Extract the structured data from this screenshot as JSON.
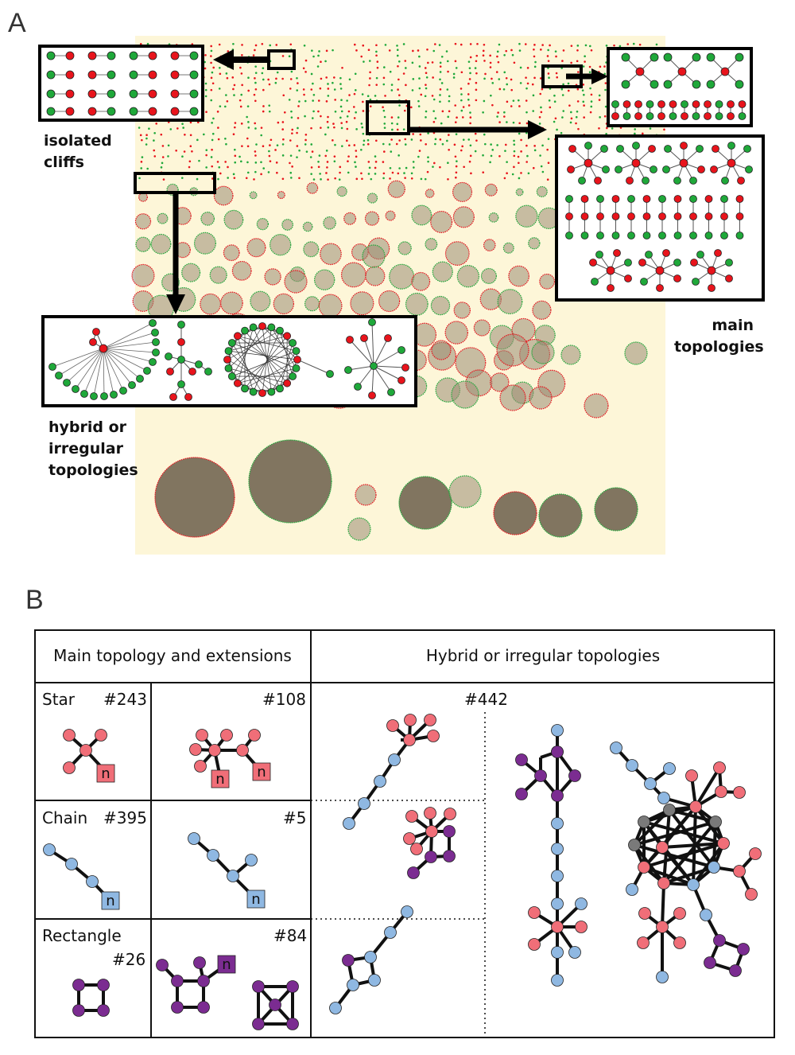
{
  "panel_a": {
    "label": "A",
    "insets": {
      "isolated": "isolated\ncliffs",
      "main": "main\ntopologies",
      "hybrid": "hybrid or\nirregular\ntopologies"
    }
  },
  "panel_b": {
    "label": "B",
    "headers": {
      "main": "Main topology and extensions",
      "hybrid": "Hybrid or irregular topologies"
    },
    "rows": [
      {
        "name": "Star",
        "id": "#243",
        "ext_id": "#108"
      },
      {
        "name": "Chain",
        "id": "#395",
        "ext_id": "#5"
      },
      {
        "name": "Rectangle",
        "id": "#26",
        "ext_id": "#84"
      }
    ],
    "hybrid_id": "#442",
    "n_label": "n"
  },
  "colors": {
    "red_node": "#e8141c",
    "green_node": "#1fa83a",
    "pink_node": "#f06e78",
    "blue_node": "#8fb8e2",
    "purple_node": "#7b2c91",
    "gray_node": "#7a7a7a",
    "background": "#fdf6d8"
  }
}
